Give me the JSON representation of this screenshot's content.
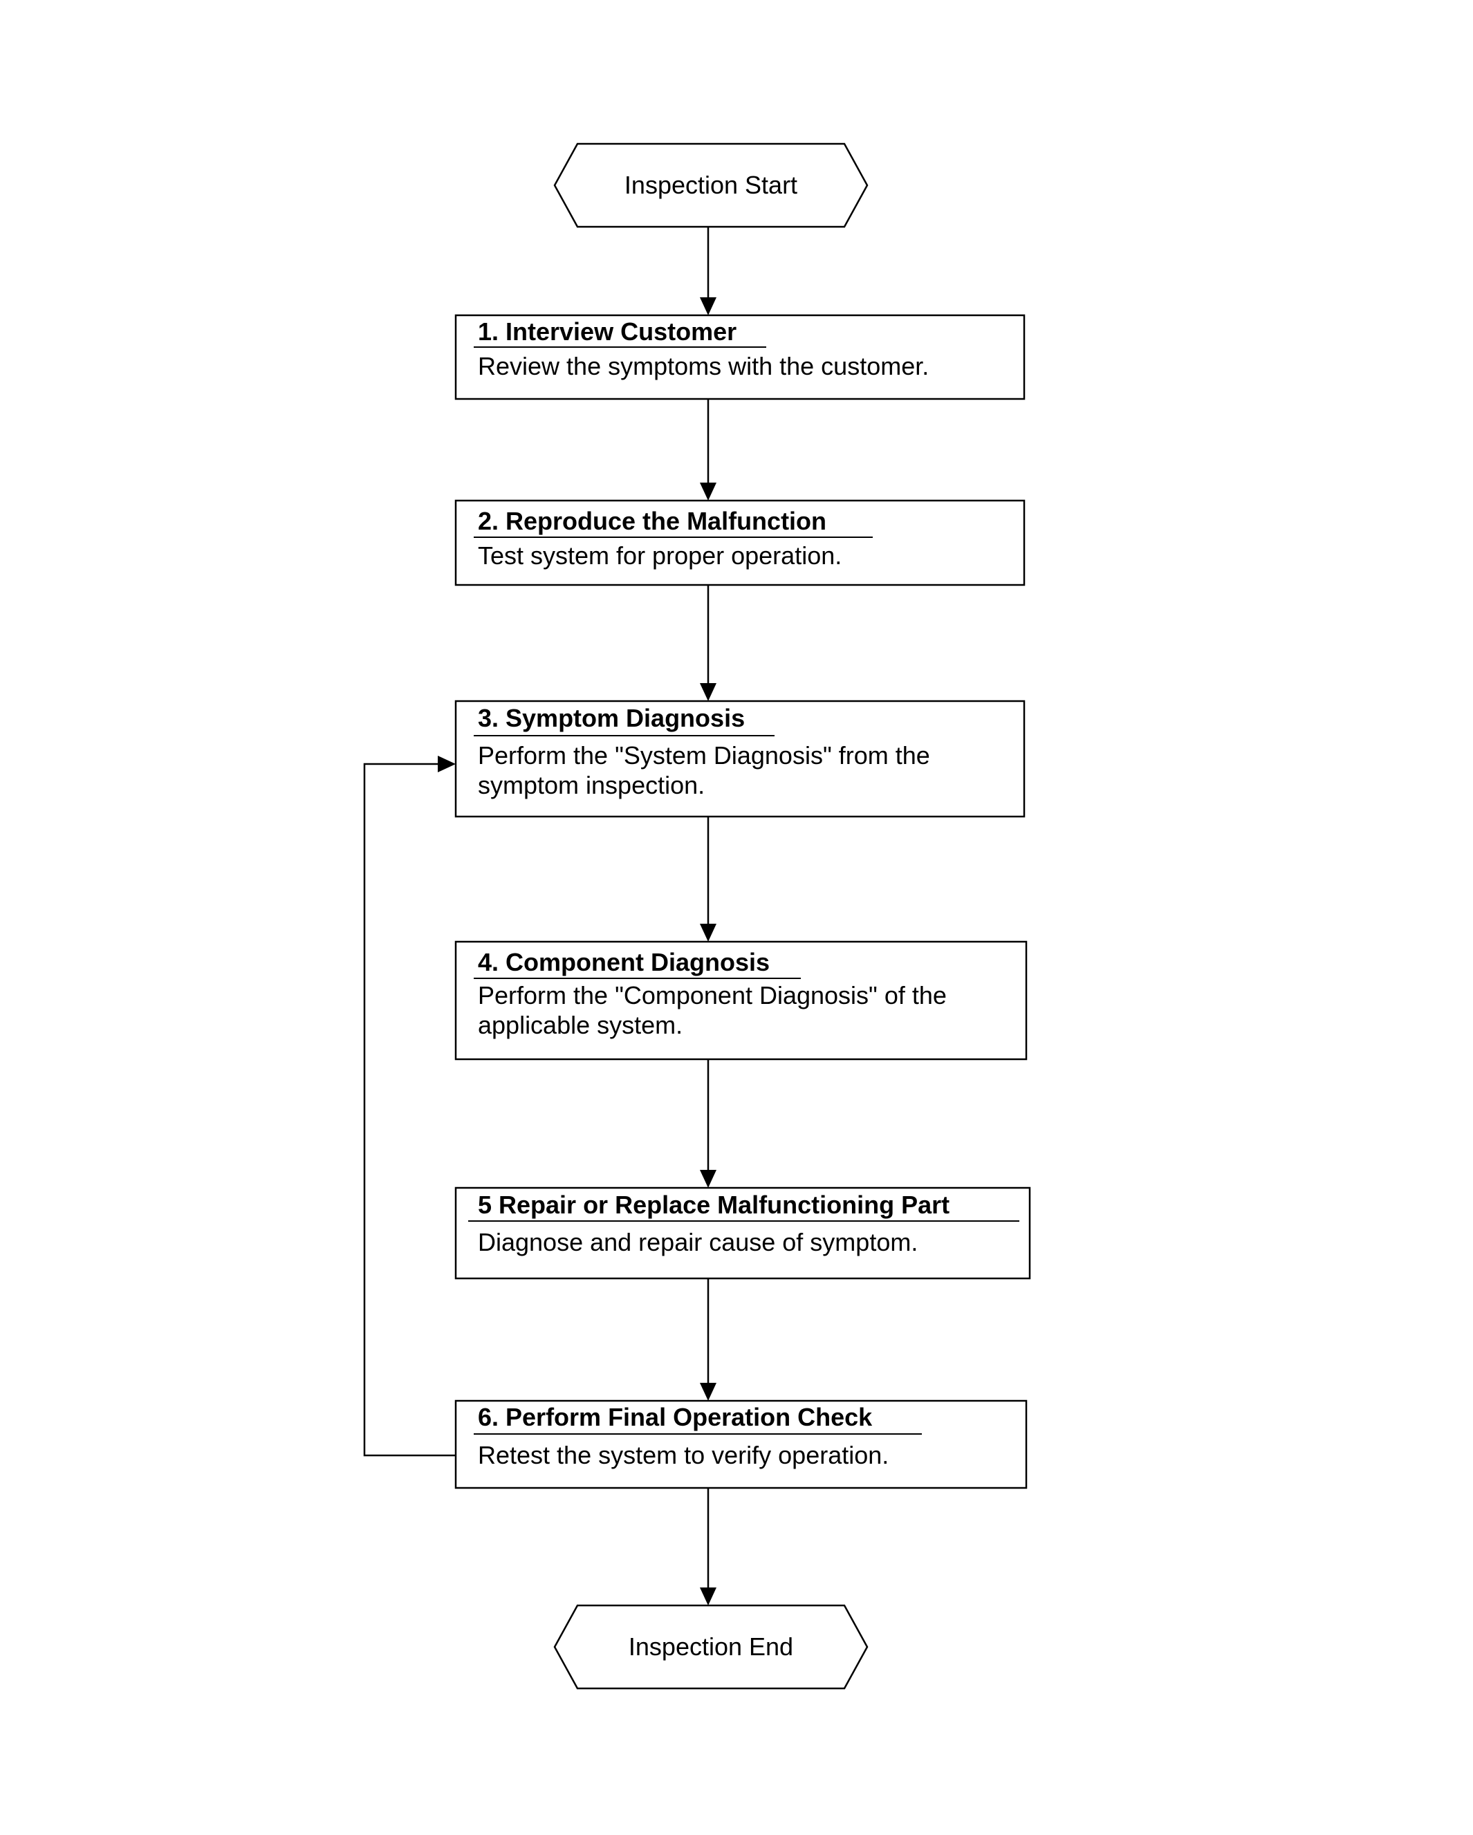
{
  "start": {
    "label": "Inspection Start"
  },
  "end": {
    "label": "Inspection End"
  },
  "steps": [
    {
      "title": "1. Interview Customer",
      "lines": [
        "Review the symptoms with the customer."
      ]
    },
    {
      "title": "2. Reproduce the Malfunction",
      "lines": [
        "Test system for proper operation."
      ]
    },
    {
      "title": "3. Symptom Diagnosis",
      "lines": [
        "Perform the \"System Diagnosis\" from the",
        "symptom inspection."
      ]
    },
    {
      "title": "4. Component Diagnosis",
      "lines": [
        "Perform the \"Component Diagnosis\" of the",
        "applicable system."
      ]
    },
    {
      "title": "5 Repair or Replace Malfunctioning Part",
      "lines": [
        "Diagnose and repair cause of symptom."
      ]
    },
    {
      "title": "6. Perform Final Operation Check",
      "lines": [
        "Retest the system to verify operation."
      ]
    }
  ],
  "colors": {
    "stroke": "#000000",
    "fill": "#ffffff",
    "text": "#000000"
  }
}
